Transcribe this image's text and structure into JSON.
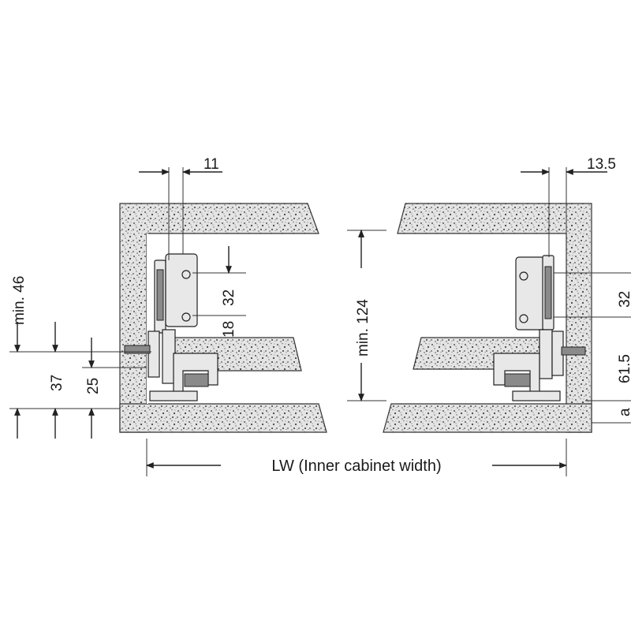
{
  "dimensions": {
    "left_top_offset": "11",
    "right_top_offset": "13.5",
    "left_hole_spacing": "32",
    "left_hole_lower": "18",
    "left_min_height": "min. 46",
    "left_outer": "37",
    "left_inner": "25",
    "center_min_height": "min. 124",
    "right_hole_spacing": "32",
    "right_lower": "61.5",
    "right_a": "a",
    "inner_width": "LW (Inner cabinet width)"
  },
  "colors": {
    "line": "#222222",
    "board_fill": "#d9d9d9",
    "speckle": "#555555",
    "background": "#ffffff"
  }
}
